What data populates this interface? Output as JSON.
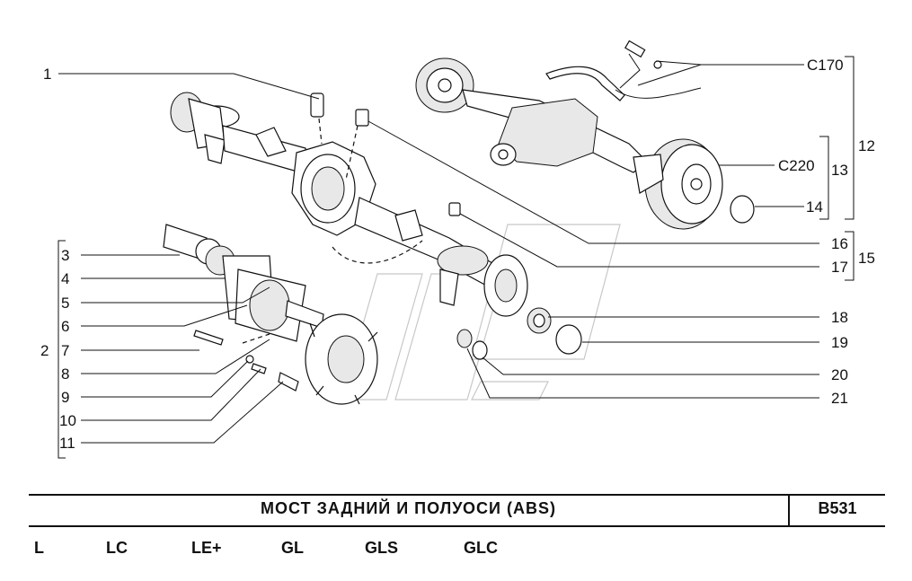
{
  "diagram": {
    "callouts": {
      "n1": "1",
      "n2": "2",
      "n3": "3",
      "n4": "4",
      "n5": "5",
      "n6": "6",
      "n7": "7",
      "n8": "8",
      "n9": "9",
      "n10": "10",
      "n11": "11",
      "n12": "12",
      "n13": "13",
      "n14": "14",
      "n15": "15",
      "n16": "16",
      "n17": "17",
      "n18": "18",
      "n19": "19",
      "n20": "20",
      "n21": "21",
      "c170": "C170",
      "c220": "C220"
    }
  },
  "footer": {
    "title": "МОСТ ЗАДНИЙ И ПОЛУОСИ (ABS)",
    "code": "B531",
    "variants": [
      "L",
      "LC",
      "LE+",
      "GL",
      "GLS",
      "GLC"
    ]
  }
}
